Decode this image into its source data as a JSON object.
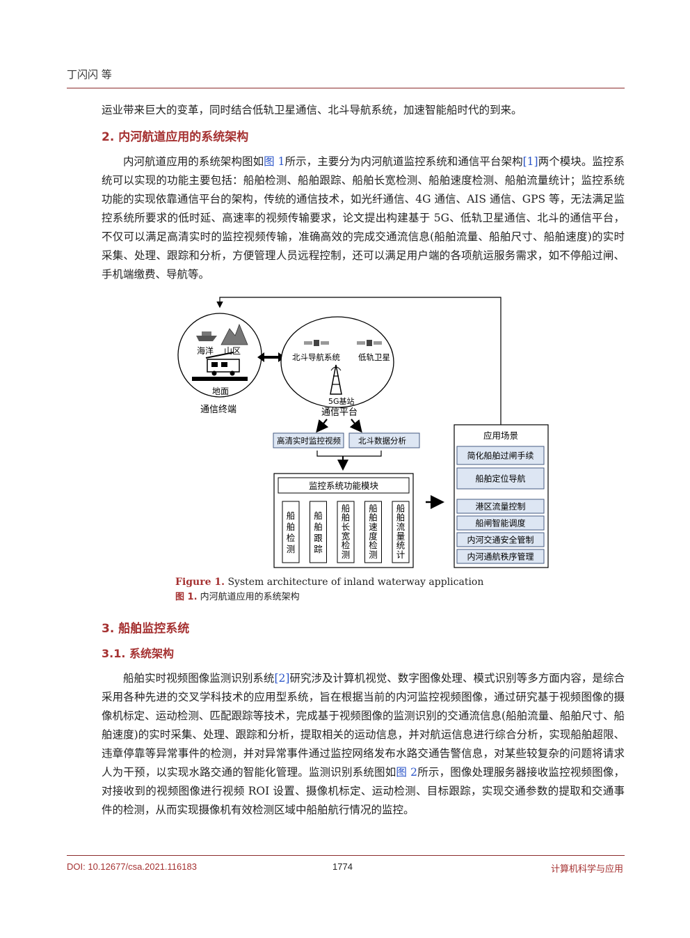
{
  "header": {
    "author": "丁闪闪  等"
  },
  "paragraphs": [
    {
      "text": "运业带来巨大的变革，同时结合低轨卫星通信、北斗导航系统，加速智能船时代的到来。"
    }
  ],
  "section2": {
    "title": "2.  内河航道应用的系统架构",
    "p_a": "内河航道应用的系统架构图如",
    "p_ref1": "图 1",
    "p_b": "所示，主要分为内河航道监控系统和通信平台架构",
    "p_ref2": "[1]",
    "p_c": "两个模块。监控系统可以实现的功能主要包括：船舶检测、船舶跟踪、船舶长宽检测、船舶速度检测、船舶流量统计；监控系统功能的实现依靠通信平台的架构，传统的通信技术，如光纤通信、4G 通信、AIS 通信、GPS 等，无法满足监控系统所要求的低时延、高速率的视频传输要求，论文提出构建基于 5G、低轨卫星通信、北斗的通信平台，不仅可以满足高清实时的监控视频传输，准确高效的完成交通流信息(船舶流量、船舶尺寸、船舶速度)的实时采集、处理、跟踪和分析，方便管理人员远程控制，还可以满足用户端的各项航运服务需求，如不停船过闸、手机端缴费、导航等。"
  },
  "figure1": {
    "terminal": {
      "label_sea": "海洋",
      "label_mountain": "山区",
      "label_ground": "地面",
      "caption": "通信终端"
    },
    "platform": {
      "label_beidou": "北斗导航系统",
      "label_leo": "低轨卫星",
      "label_5g": "5G基站",
      "caption": "通信平台"
    },
    "box_video": "高清实时监控视频",
    "box_beidou": "北斗数据分析",
    "monitor_title": "监控系统功能模块",
    "modules": [
      "船舶检测",
      "船舶跟踪",
      "船舶长宽检测",
      "船舶速度检测",
      "船舶流量统计"
    ],
    "app": {
      "title": "应用场景",
      "items": [
        "简化船舶过闸手续",
        "船舶定位导航",
        "港区流量控制",
        "船闸智能调度",
        "内河交通安全管制",
        "内河通航秩序管理"
      ]
    },
    "caption_en_label": "Figure 1.",
    "caption_en": "System architecture of inland waterway application",
    "caption_zh_label": "图 1.",
    "caption_zh": "内河航道应用的系统架构"
  },
  "section3": {
    "title": "3.  船舶监控系统",
    "sub_title": "3.1.  系统架构",
    "p_a": "船舶实时视频图像监测识别系统",
    "p_ref1": "[2]",
    "p_b": "研究涉及计算机视觉、数字图像处理、模式识别等多方面内容，是综合采用各种先进的交叉学科技术的应用型系统，旨在根据当前的内河监控视频图像，通过研究基于视频图像的摄像机标定、运动检测、匹配跟踪等技术，完成基于视频图像的监测识别的交通流信息(船舶流量、船舶尺寸、船舶速度)的实时采集、处理、跟踪和分析，提取相关的运动信息，并对航运信息进行综合分析，实现船舶超限、违章停靠等异常事件的检测，并对异常事件通过监控网络发布水路交通告警信息，对某些较复杂的问题将请求人为干预，以实现水路交通的智能化管理。监测识别系统图如",
    "p_ref2": "图 2",
    "p_c": "所示，图像处理服务器接收监控视频图像，对接收到的视频图像进行视频 ROI 设置、摄像机标定、运动检测、目标跟踪，实现交通参数的提取和交通事件的检测，从而实现摄像机有效检测区域中船舶航行情况的监控。"
  },
  "footer": {
    "doi": "DOI: 10.12677/csa.2021.116183",
    "page": "1774",
    "journal": "计算机科学与应用"
  },
  "colors": {
    "accent": "#a53131",
    "link": "#2a54c8",
    "box_fill": "#dde6f3"
  }
}
